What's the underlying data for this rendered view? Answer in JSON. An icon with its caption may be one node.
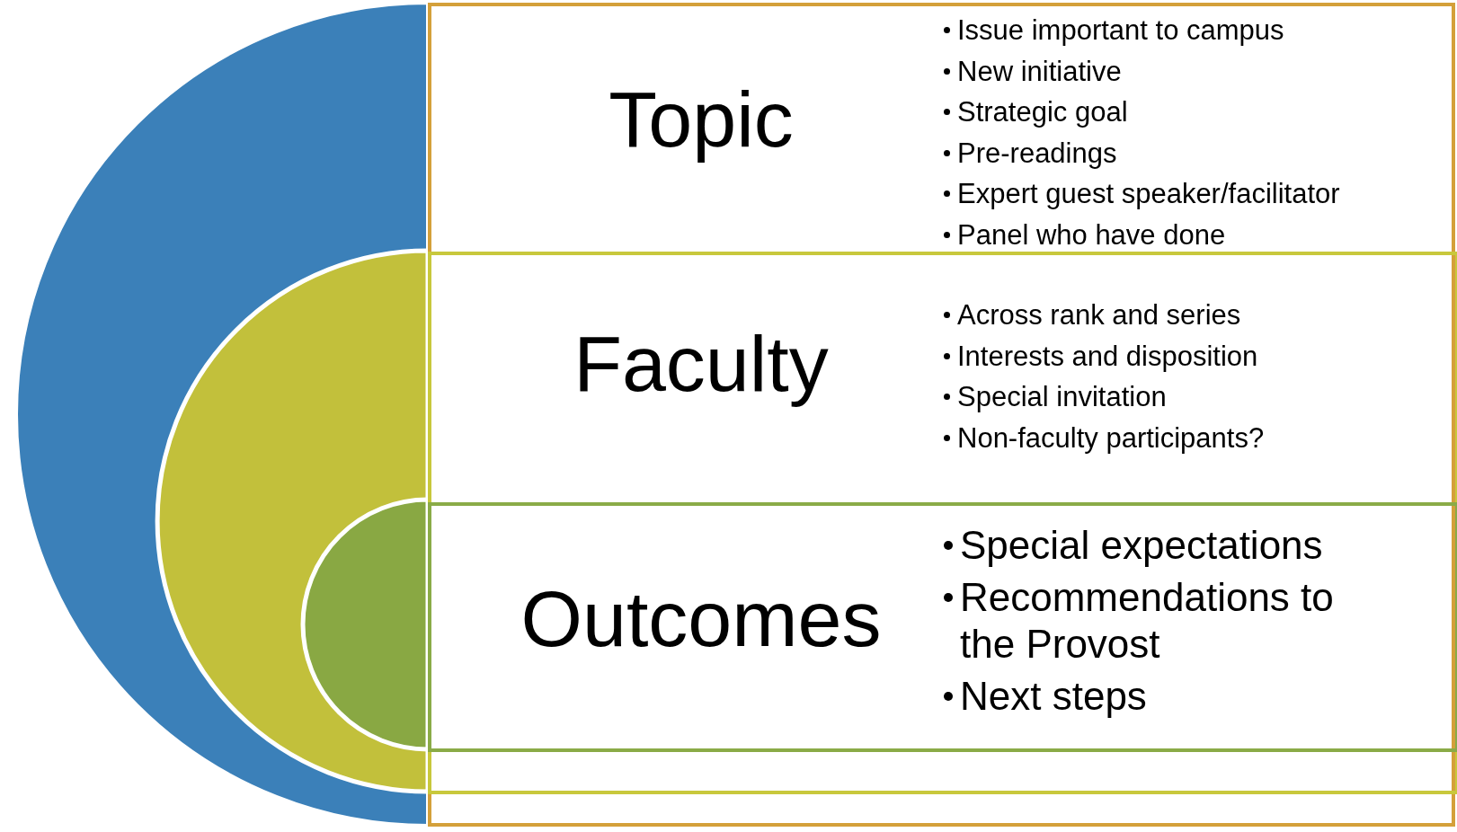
{
  "diagram": {
    "nodes": [
      {
        "text": [
          "Topic",
          "Issue important to campus",
          "New initiative",
          "Strategic goal",
          "Pre-readings",
          "Expert guest speaker/facilitator",
          "Panel who have done"
        ]
      },
      {
        "text": [
          "Faculty",
          "Across rank and series",
          "Interests and disposition",
          "Special invitation",
          "Non-faculty participants?"
        ],
        "in": 0
      },
      {
        "text": [
          "Outcomes",
          "Special expectations",
          "Recommendations to the Provost",
          "Next steps"
        ],
        "in": 1
      }
    ],
    "edges": []
  }
}
